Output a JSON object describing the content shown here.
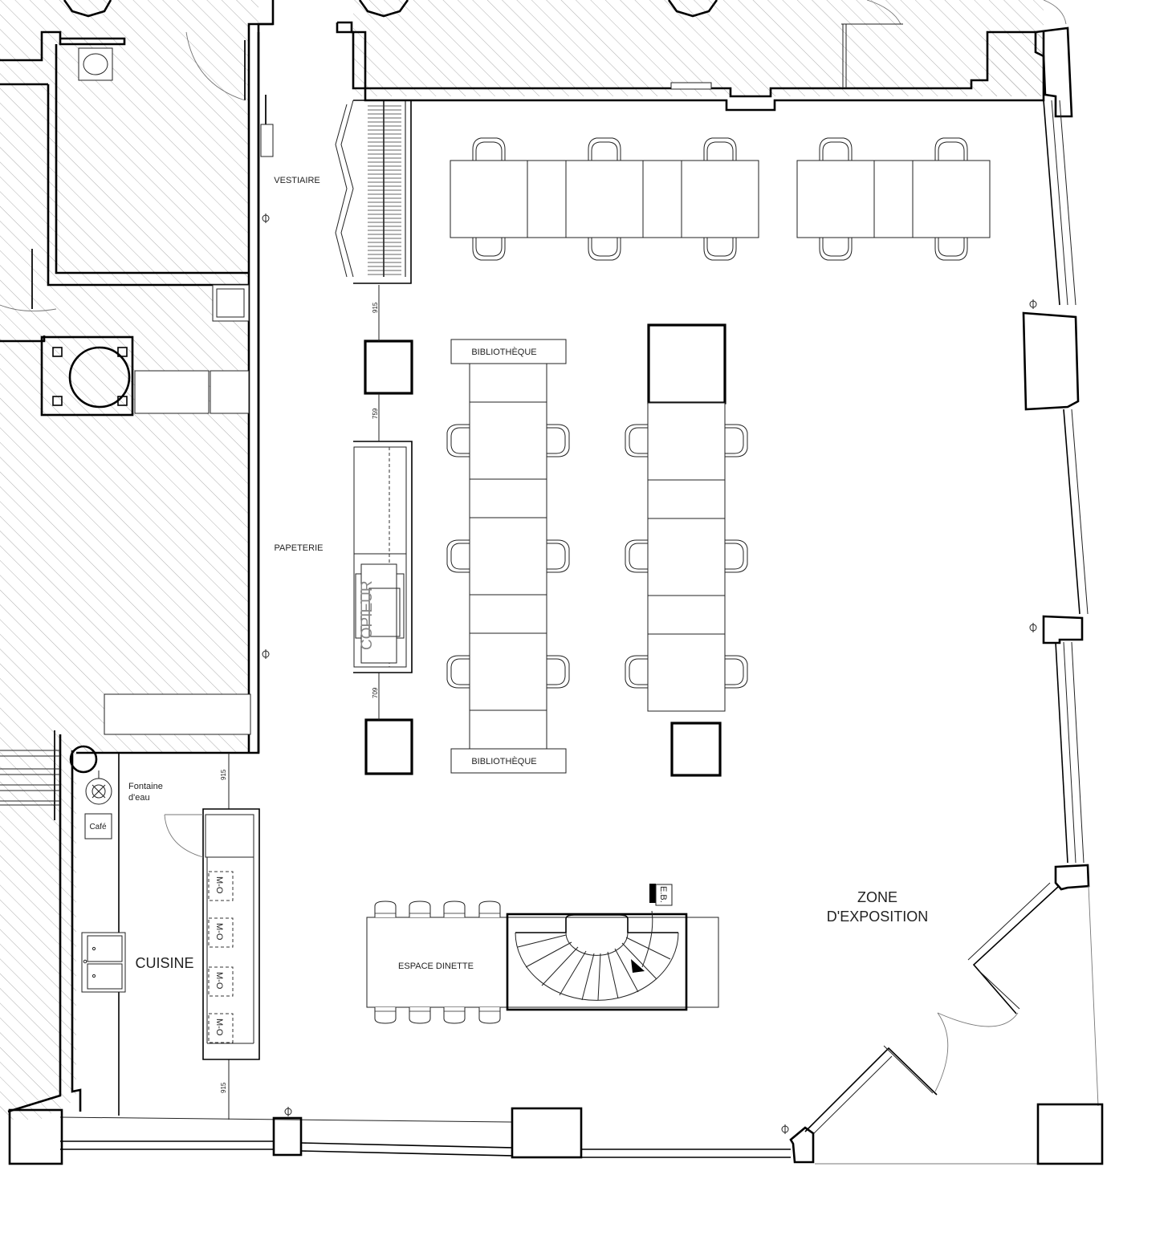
{
  "rooms": {
    "vestiaire": "VESTIAIRE",
    "papeterie": "PAPETERIE",
    "cuisine": "CUISINE",
    "zone_line1": "ZONE",
    "zone_line2": "D'EXPOSITION",
    "espace_dinette": "ESPACE DINETTE"
  },
  "furniture": {
    "bibliotheque_top": "BIBLIOTHÈQUE",
    "bibliotheque_bottom": "BIBLIOTHÈQUE",
    "copieur": "COPIEUR",
    "fontaine_line1": "Fontaine",
    "fontaine_line2": "d'eau",
    "cafe": "Café",
    "micro_ondes": [
      "M-O",
      "M-O",
      "M-O",
      "M-O"
    ],
    "eb": "E.B."
  },
  "dimensions": {
    "d1": "915",
    "d2": "759",
    "d3": "709",
    "d4": "915",
    "d5": "915"
  }
}
